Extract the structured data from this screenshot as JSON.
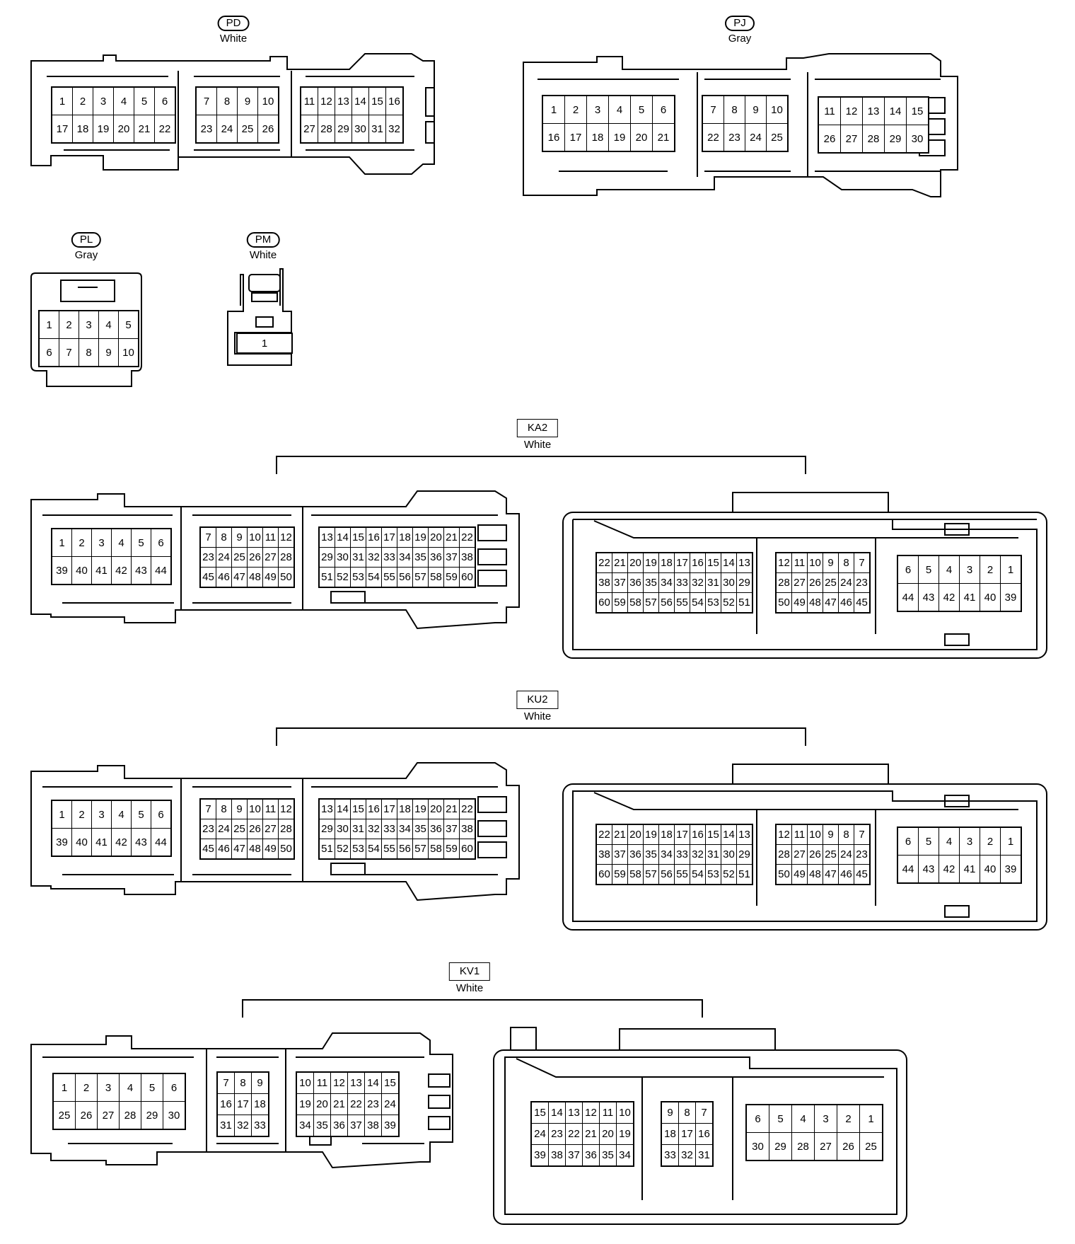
{
  "connectors": {
    "pd": {
      "code": "PD",
      "color": "White",
      "cavities": [
        {
          "rows": [
            [
              "1",
              "2",
              "3",
              "4",
              "5",
              "6"
            ],
            [
              "17",
              "18",
              "19",
              "20",
              "21",
              "22"
            ]
          ]
        },
        {
          "rows": [
            [
              "7",
              "8",
              "9",
              "10"
            ],
            [
              "23",
              "24",
              "25",
              "26"
            ]
          ]
        },
        {
          "rows": [
            [
              "11",
              "12",
              "13",
              "14",
              "15",
              "16"
            ],
            [
              "27",
              "28",
              "29",
              "30",
              "31",
              "32"
            ]
          ]
        }
      ]
    },
    "pj": {
      "code": "PJ",
      "color": "Gray",
      "cavities": [
        {
          "rows": [
            [
              "1",
              "2",
              "3",
              "4",
              "5",
              "6"
            ],
            [
              "16",
              "17",
              "18",
              "19",
              "20",
              "21"
            ]
          ]
        },
        {
          "rows": [
            [
              "7",
              "8",
              "9",
              "10"
            ],
            [
              "22",
              "23",
              "24",
              "25"
            ]
          ]
        },
        {
          "rows": [
            [
              "11",
              "12",
              "13",
              "14",
              "15"
            ],
            [
              "26",
              "27",
              "28",
              "29",
              "30"
            ]
          ]
        }
      ]
    },
    "pl": {
      "code": "PL",
      "color": "Gray",
      "cavities": [
        {
          "rows": [
            [
              "1",
              "2",
              "3",
              "4",
              "5"
            ],
            [
              "6",
              "7",
              "8",
              "9",
              "10"
            ]
          ]
        }
      ]
    },
    "pm": {
      "code": "PM",
      "color": "White",
      "cavities": [
        {
          "rows": [
            [
              "1"
            ]
          ]
        }
      ]
    },
    "ka2": {
      "code": "KA2",
      "color": "White",
      "front": [
        {
          "rows": [
            [
              "1",
              "2",
              "3",
              "4",
              "5",
              "6"
            ],
            [
              "39",
              "40",
              "41",
              "42",
              "43",
              "44"
            ]
          ]
        },
        {
          "rows": [
            [
              "7",
              "8",
              "9",
              "10",
              "11",
              "12"
            ],
            [
              "23",
              "24",
              "25",
              "26",
              "27",
              "28"
            ],
            [
              "45",
              "46",
              "47",
              "48",
              "49",
              "50"
            ]
          ]
        },
        {
          "rows": [
            [
              "13",
              "14",
              "15",
              "16",
              "17",
              "18",
              "19",
              "20",
              "21",
              "22"
            ],
            [
              "29",
              "30",
              "31",
              "32",
              "33",
              "34",
              "35",
              "36",
              "37",
              "38"
            ],
            [
              "51",
              "52",
              "53",
              "54",
              "55",
              "56",
              "57",
              "58",
              "59",
              "60"
            ]
          ]
        }
      ],
      "rear": [
        {
          "rows": [
            [
              "22",
              "21",
              "20",
              "19",
              "18",
              "17",
              "16",
              "15",
              "14",
              "13"
            ],
            [
              "38",
              "37",
              "36",
              "35",
              "34",
              "33",
              "32",
              "31",
              "30",
              "29"
            ],
            [
              "60",
              "59",
              "58",
              "57",
              "56",
              "55",
              "54",
              "53",
              "52",
              "51"
            ]
          ]
        },
        {
          "rows": [
            [
              "12",
              "11",
              "10",
              "9",
              "8",
              "7"
            ],
            [
              "28",
              "27",
              "26",
              "25",
              "24",
              "23"
            ],
            [
              "50",
              "49",
              "48",
              "47",
              "46",
              "45"
            ]
          ]
        },
        {
          "rows": [
            [
              "6",
              "5",
              "4",
              "3",
              "2",
              "1"
            ],
            [
              "44",
              "43",
              "42",
              "41",
              "40",
              "39"
            ]
          ]
        }
      ]
    },
    "ku2": {
      "code": "KU2",
      "color": "White",
      "front": [
        {
          "rows": [
            [
              "1",
              "2",
              "3",
              "4",
              "5",
              "6"
            ],
            [
              "39",
              "40",
              "41",
              "42",
              "43",
              "44"
            ]
          ]
        },
        {
          "rows": [
            [
              "7",
              "8",
              "9",
              "10",
              "11",
              "12"
            ],
            [
              "23",
              "24",
              "25",
              "26",
              "27",
              "28"
            ],
            [
              "45",
              "46",
              "47",
              "48",
              "49",
              "50"
            ]
          ]
        },
        {
          "rows": [
            [
              "13",
              "14",
              "15",
              "16",
              "17",
              "18",
              "19",
              "20",
              "21",
              "22"
            ],
            [
              "29",
              "30",
              "31",
              "32",
              "33",
              "34",
              "35",
              "36",
              "37",
              "38"
            ],
            [
              "51",
              "52",
              "53",
              "54",
              "55",
              "56",
              "57",
              "58",
              "59",
              "60"
            ]
          ]
        }
      ],
      "rear": [
        {
          "rows": [
            [
              "22",
              "21",
              "20",
              "19",
              "18",
              "17",
              "16",
              "15",
              "14",
              "13"
            ],
            [
              "38",
              "37",
              "36",
              "35",
              "34",
              "33",
              "32",
              "31",
              "30",
              "29"
            ],
            [
              "60",
              "59",
              "58",
              "57",
              "56",
              "55",
              "54",
              "53",
              "52",
              "51"
            ]
          ]
        },
        {
          "rows": [
            [
              "12",
              "11",
              "10",
              "9",
              "8",
              "7"
            ],
            [
              "28",
              "27",
              "26",
              "25",
              "24",
              "23"
            ],
            [
              "50",
              "49",
              "48",
              "47",
              "46",
              "45"
            ]
          ]
        },
        {
          "rows": [
            [
              "6",
              "5",
              "4",
              "3",
              "2",
              "1"
            ],
            [
              "44",
              "43",
              "42",
              "41",
              "40",
              "39"
            ]
          ]
        }
      ]
    },
    "kv1": {
      "code": "KV1",
      "color": "White",
      "front": [
        {
          "rows": [
            [
              "1",
              "2",
              "3",
              "4",
              "5",
              "6"
            ],
            [
              "25",
              "26",
              "27",
              "28",
              "29",
              "30"
            ]
          ]
        },
        {
          "rows": [
            [
              "7",
              "8",
              "9"
            ],
            [
              "16",
              "17",
              "18"
            ],
            [
              "31",
              "32",
              "33"
            ]
          ]
        },
        {
          "rows": [
            [
              "10",
              "11",
              "12",
              "13",
              "14",
              "15"
            ],
            [
              "19",
              "20",
              "21",
              "22",
              "23",
              "24"
            ],
            [
              "34",
              "35",
              "36",
              "37",
              "38",
              "39"
            ]
          ]
        }
      ],
      "rear": [
        {
          "rows": [
            [
              "15",
              "14",
              "13",
              "12",
              "11",
              "10"
            ],
            [
              "24",
              "23",
              "22",
              "21",
              "20",
              "19"
            ],
            [
              "39",
              "38",
              "37",
              "36",
              "35",
              "34"
            ]
          ]
        },
        {
          "rows": [
            [
              "9",
              "8",
              "7"
            ],
            [
              "18",
              "17",
              "16"
            ],
            [
              "33",
              "32",
              "31"
            ]
          ]
        },
        {
          "rows": [
            [
              "6",
              "5",
              "4",
              "3",
              "2",
              "1"
            ],
            [
              "30",
              "29",
              "28",
              "27",
              "26",
              "25"
            ]
          ]
        }
      ]
    }
  }
}
